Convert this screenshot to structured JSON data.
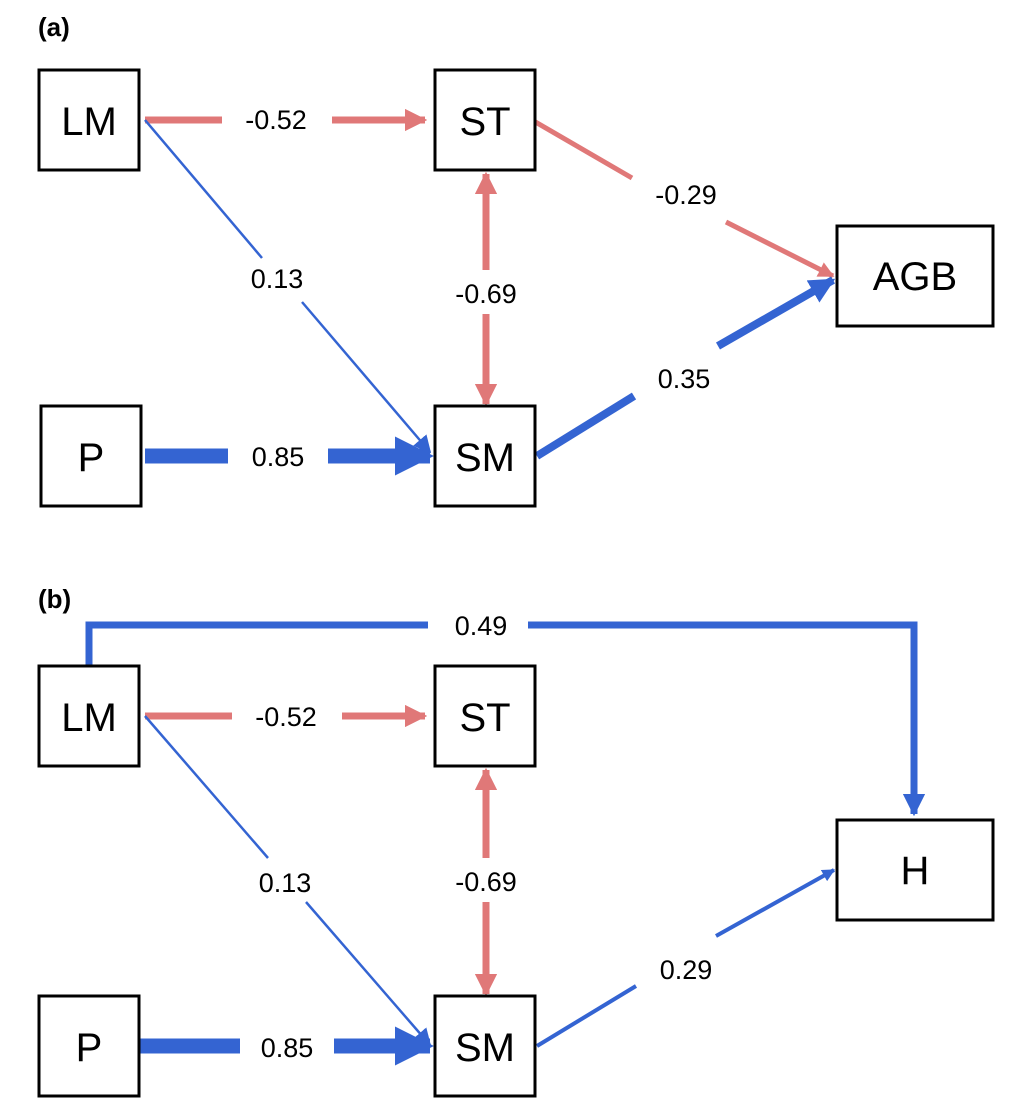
{
  "colors": {
    "positive": "#3464D2",
    "negative": "#E07878",
    "box_stroke": "#000000",
    "text": "#000000"
  },
  "panels": [
    {
      "label": "(a)",
      "nodes": {
        "LM": "LM",
        "ST": "ST",
        "P": "P",
        "SM": "SM",
        "AGB": "AGB"
      },
      "coefficients": {
        "lm_st": "-0.52",
        "lm_sm": "0.13",
        "st_sm": "-0.69",
        "st_agb": "-0.29",
        "p_sm": "0.85",
        "sm_agb": "0.35"
      }
    },
    {
      "label": "(b)",
      "nodes": {
        "LM": "LM",
        "ST": "ST",
        "P": "P",
        "SM": "SM",
        "H": "H"
      },
      "coefficients": {
        "lm_h": "0.49",
        "lm_st": "-0.52",
        "lm_sm": "0.13",
        "st_sm": "-0.69",
        "p_sm": "0.85",
        "sm_h": "0.29"
      }
    }
  ]
}
